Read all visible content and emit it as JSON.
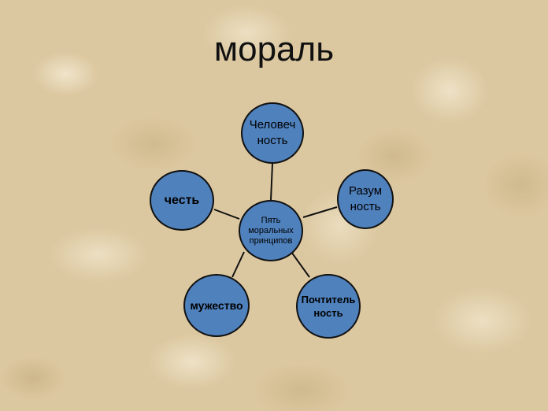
{
  "title": "мораль",
  "center": {
    "lines": [
      "Пять",
      "моральных",
      "принципов"
    ]
  },
  "nodes": {
    "top": {
      "lines": [
        "Человеч",
        "ность"
      ]
    },
    "right": {
      "lines": [
        "Разум",
        "ность"
      ]
    },
    "left": {
      "lines": [
        "честь"
      ]
    },
    "bottom_left": {
      "lines": [
        "мужество"
      ]
    },
    "bottom_right": {
      "lines": [
        "Почтитель",
        "ность"
      ]
    }
  },
  "colors": {
    "node_fill": "#4f81bd",
    "node_border": "#111111",
    "background": "#dcc8a0"
  }
}
